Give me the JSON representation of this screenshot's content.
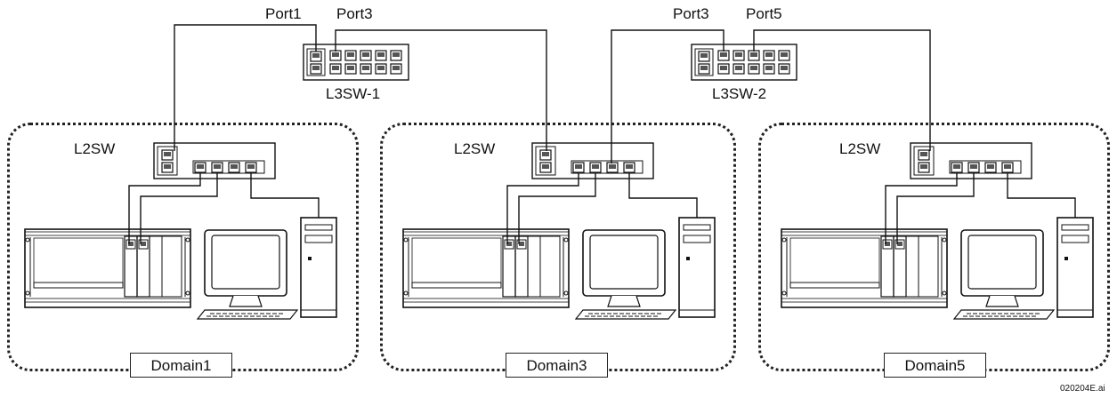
{
  "switches_l3": [
    {
      "name": "L3SW-1",
      "port_labels": [
        "Port1",
        "Port3"
      ]
    },
    {
      "name": "L3SW-2",
      "port_labels": [
        "Port3",
        "Port5"
      ]
    }
  ],
  "domains": [
    {
      "name": "Domain1",
      "switch_label": "L2SW"
    },
    {
      "name": "Domain3",
      "switch_label": "L2SW"
    },
    {
      "name": "Domain5",
      "switch_label": "L2SW"
    }
  ],
  "file_reference": "020204E.ai"
}
